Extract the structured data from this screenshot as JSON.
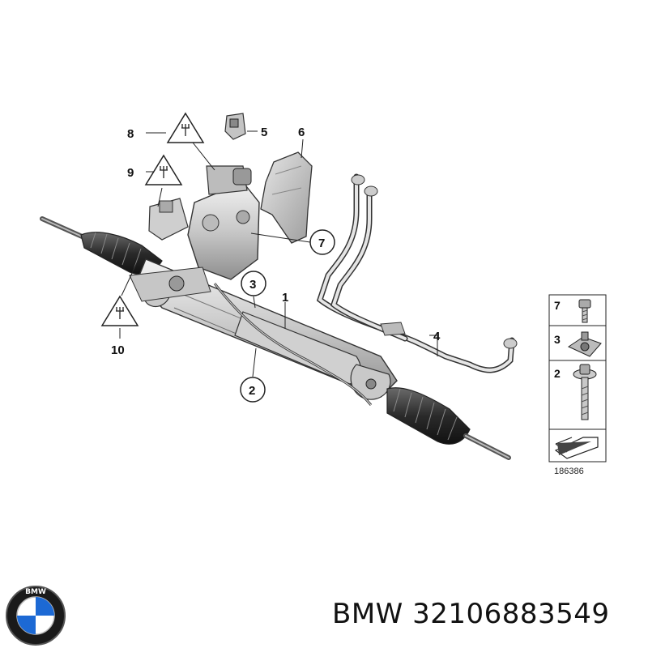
{
  "diagram": {
    "callouts": [
      {
        "id": "callout-8",
        "label": "8"
      },
      {
        "id": "callout-5",
        "label": "5"
      },
      {
        "id": "callout-6",
        "label": "6"
      },
      {
        "id": "callout-9",
        "label": "9"
      },
      {
        "id": "callout-7",
        "label": "7"
      },
      {
        "id": "callout-3",
        "label": "3"
      },
      {
        "id": "callout-1",
        "label": "1"
      },
      {
        "id": "callout-4",
        "label": "4"
      },
      {
        "id": "callout-10",
        "label": "10"
      },
      {
        "id": "callout-2",
        "label": "2"
      }
    ],
    "legend": {
      "items": [
        {
          "label": "7",
          "part": "bolt"
        },
        {
          "label": "3",
          "part": "nut"
        },
        {
          "label": "2",
          "part": "bolt-with-washer"
        }
      ],
      "diagram_id": "186386"
    }
  },
  "caption": {
    "brand": "BMW",
    "part_number": "32106883549"
  },
  "colors": {
    "line": "#333333",
    "part_fill": "#d9d9d9",
    "part_shade": "#9a9a9a",
    "logo_blue": "#1c69d4"
  }
}
